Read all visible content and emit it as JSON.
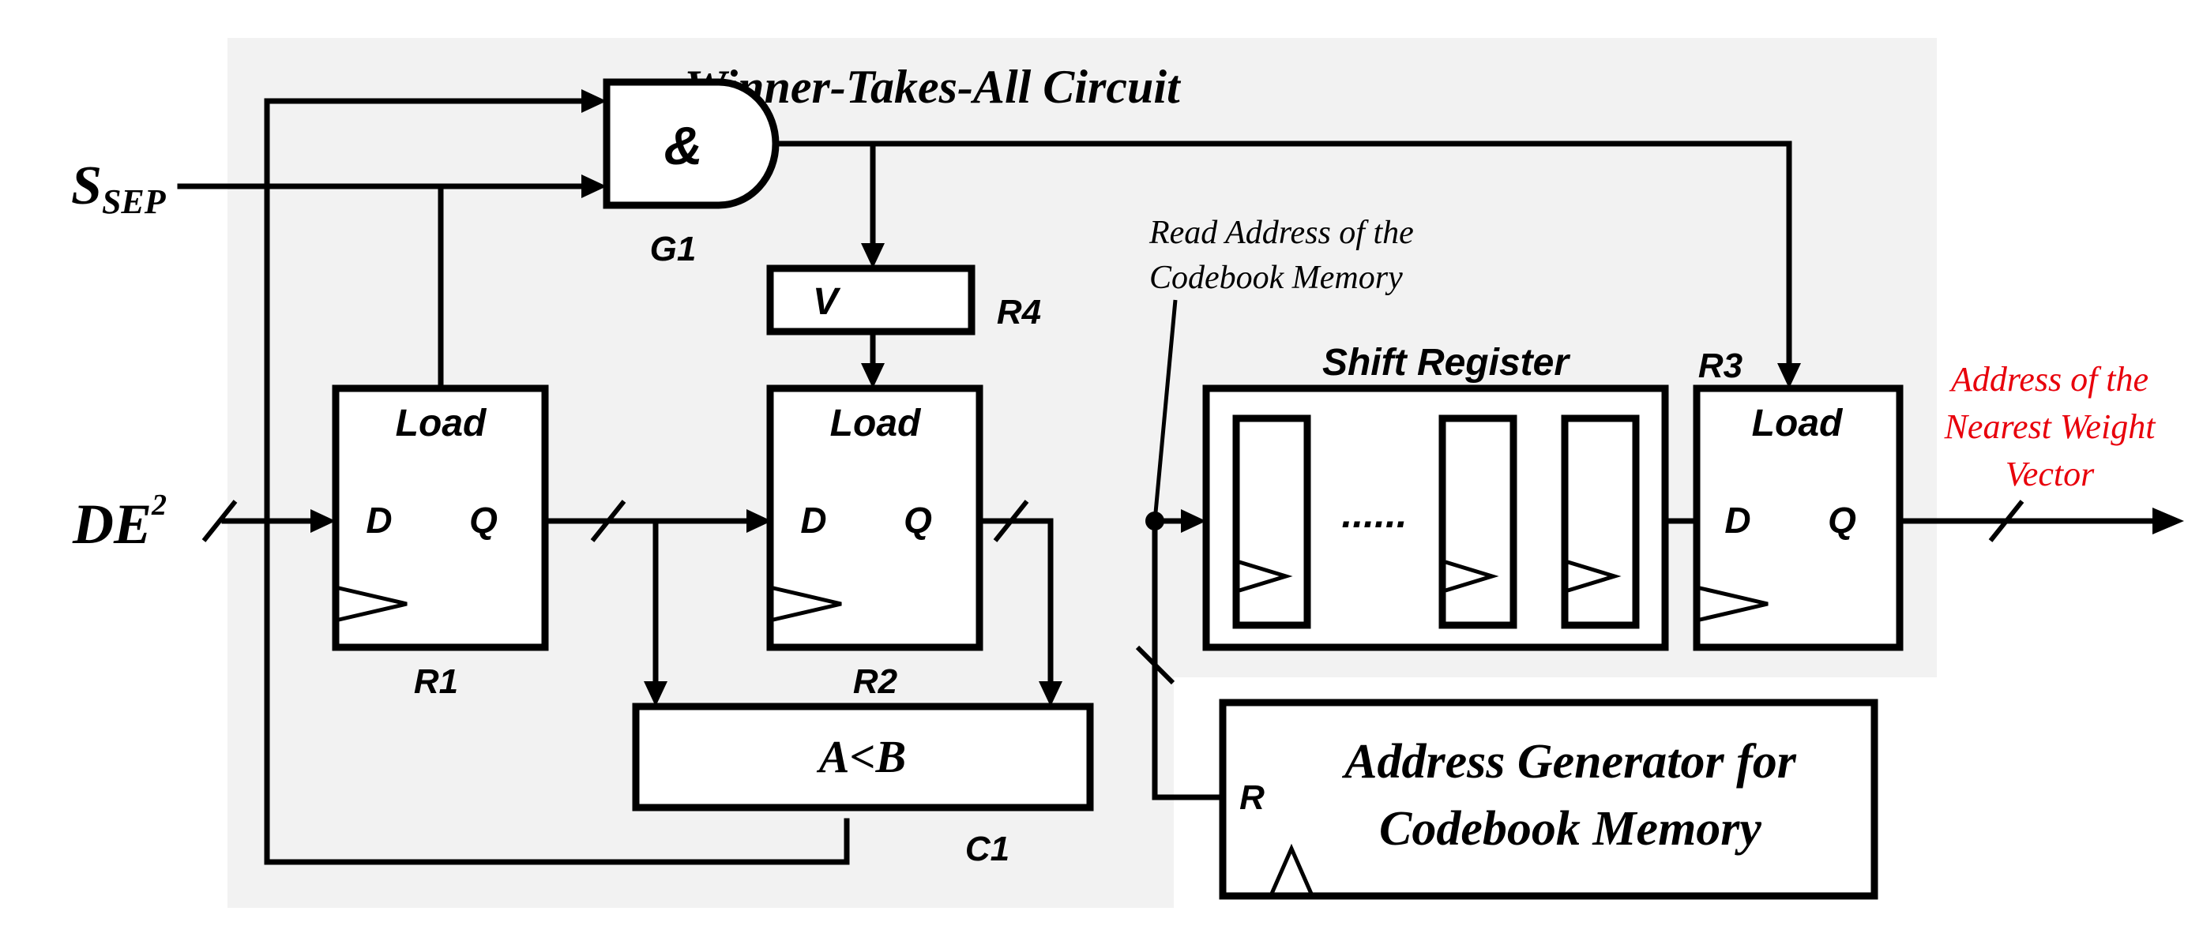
{
  "title": "Winner-Takes-All Circuit",
  "inputs": {
    "s_sep_main": "S",
    "s_sep_sub": "SEP",
    "de_main": "DE",
    "de_sup": "2"
  },
  "gate": {
    "symbol": "&",
    "label": "G1"
  },
  "registers": {
    "r1": {
      "label": "R1",
      "load": "Load",
      "d": "D",
      "q": "Q"
    },
    "r2": {
      "label": "R2",
      "load": "Load",
      "d": "D",
      "q": "Q"
    },
    "r3": {
      "label": "R3",
      "load": "Load",
      "d": "D",
      "q": "Q"
    },
    "r4": {
      "label": "R4",
      "symbol": "V"
    }
  },
  "comparator": {
    "label": "C1",
    "expr": "A<B"
  },
  "shift_register": {
    "title": "Shift Register",
    "dots": "......"
  },
  "read_address": {
    "line1": "Read Address of the",
    "line2": "Codebook Memory"
  },
  "address_generator": {
    "line1": "Address Generator for",
    "line2": "Codebook Memory",
    "reset": "R"
  },
  "output": {
    "line1": "Address of the",
    "line2": "Nearest Weight",
    "line3": "Vector",
    "color": "#e8000b"
  },
  "colors": {
    "background_panel": "#f2f2f2",
    "wire": "#000000"
  }
}
